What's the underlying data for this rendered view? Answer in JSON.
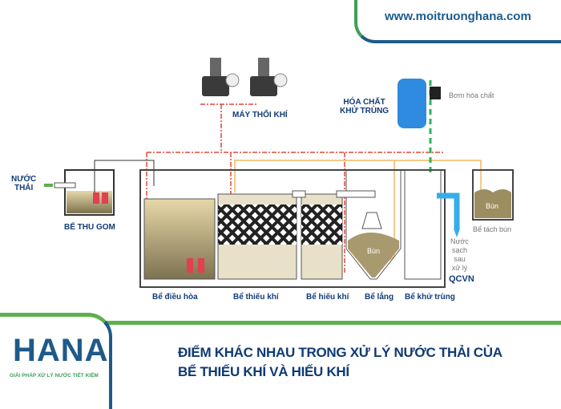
{
  "header": {
    "website": "www.moitruonghana.com"
  },
  "diagram": {
    "inlet": "NƯỚC\nTHẢI",
    "collection_tank": "BỂ THU GOM",
    "blower": "MÁY THỔI KHÍ",
    "chemical": "HÓA CHẤT\nKHỬ TRÙNG",
    "chemical_pump": "Bơm hóa chất",
    "tanks": [
      "Bể điều hòa",
      "Bể thiếu khí",
      "Bể hiếu khí",
      "Bể lắng",
      "Bể khử trùng"
    ],
    "sludge": "Bùn",
    "sludge_tank": "Bể tách bùn",
    "outlet": "Nước\nsạch\nsau\nxử lý",
    "standard": "QCVN"
  },
  "brand": {
    "logo": "HANA",
    "slogan": "GIẢI PHÁP XỬ LÝ NƯỚC TIẾT KIỆM"
  },
  "title": {
    "line1": "ĐIỂM KHÁC NHAU TRONG XỬ LÝ NƯỚC THẢI CỦA",
    "line2": "BỂ THIẾU KHÍ VÀ HIẾU KHÍ"
  },
  "colors": {
    "brand_blue": "#1b5c8e",
    "brand_green": "#5bb04a",
    "air": "#e0483a",
    "sludge_line": "#f0b860",
    "chem_line": "#2fb35c"
  }
}
